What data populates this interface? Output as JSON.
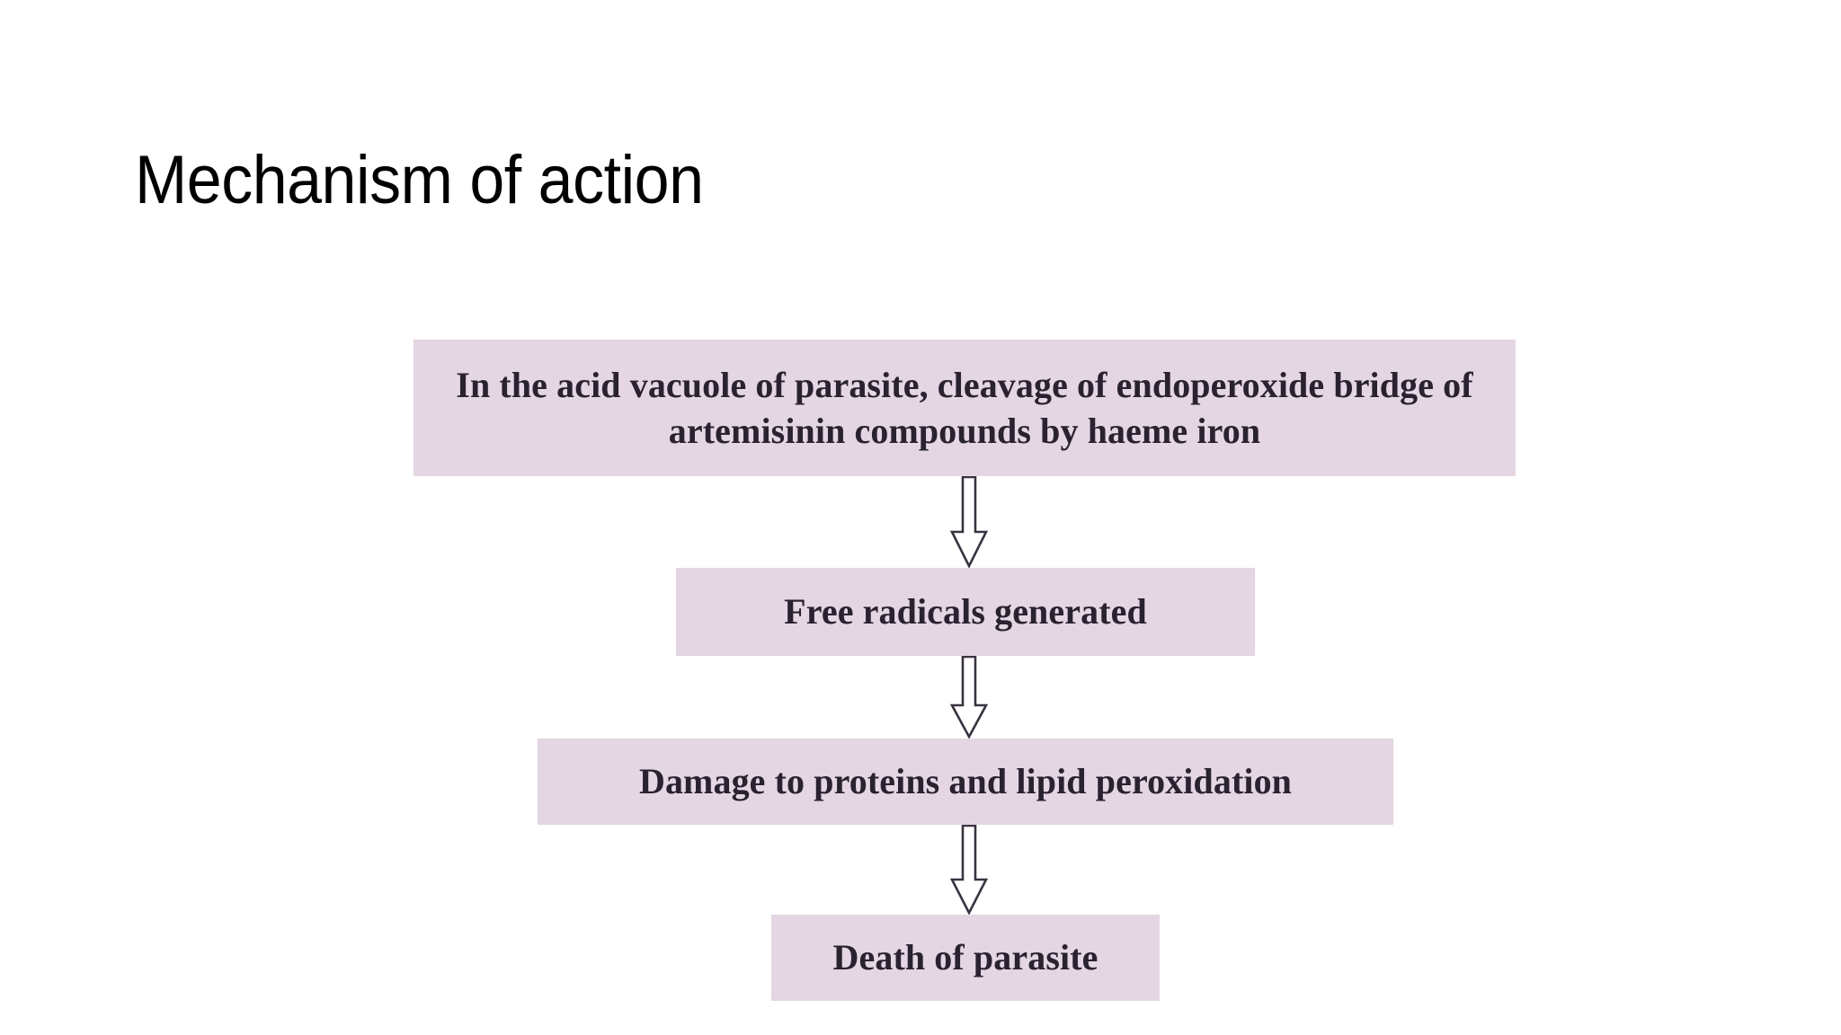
{
  "slide": {
    "title": "Mechanism of action",
    "background_color": "#ffffff",
    "title_color": "#000000"
  },
  "diagram": {
    "type": "flowchart",
    "orientation": "vertical",
    "node_fill_color": "#e4d6e3",
    "node_text_color": "#2a2230",
    "arrow_outline_color": "#3a3340",
    "arrow_fill_color": "#ffffff",
    "arrow_icon_name": "down-block-arrow-icon",
    "nodes": [
      {
        "id": "node-0",
        "text": "In the acid vacuole of parasite, cleavage of endoperoxide bridge of artemisinin compounds by haeme iron",
        "line_1": "In the acid vacuole of parasite, cleavage of endoperoxide",
        "line_2": "bridge of artemisinin compounds by haeme iron"
      },
      {
        "id": "node-1",
        "text": "Free radicals generated"
      },
      {
        "id": "node-2",
        "text": "Damage to proteins and lipid peroxidation"
      },
      {
        "id": "node-3",
        "text": "Death of parasite"
      }
    ],
    "edges": [
      {
        "from": "node-0",
        "to": "node-1",
        "label": ""
      },
      {
        "from": "node-1",
        "to": "node-2",
        "label": ""
      },
      {
        "from": "node-2",
        "to": "node-3",
        "label": ""
      }
    ]
  }
}
